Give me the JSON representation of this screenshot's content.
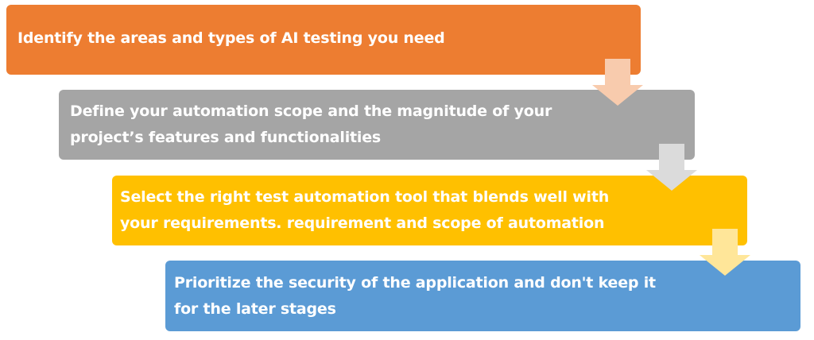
{
  "steps": [
    {
      "text_lines": [
        "Identify the areas and types of AI testing you need"
      ],
      "color": "#ed7d31"
    },
    {
      "text_lines": [
        "Define your automation scope and the magnitude of your",
        "project’s features and functionalities"
      ],
      "color": "#a5a5a5"
    },
    {
      "text_lines": [
        "Select the right test automation tool that blends well with",
        "your requirements. requirement and scope of automation"
      ],
      "color": "#ffc000"
    },
    {
      "text_lines": [
        "Prioritize the security of the application and don't keep it",
        "for the later stages"
      ],
      "color": "#5b9bd5"
    }
  ],
  "arrows": [
    {
      "icon": "down-arrow-icon",
      "color": "#f8cbad"
    },
    {
      "icon": "down-arrow-icon",
      "color": "#dbdbdb"
    },
    {
      "icon": "down-arrow-icon",
      "color": "#ffe699"
    }
  ]
}
